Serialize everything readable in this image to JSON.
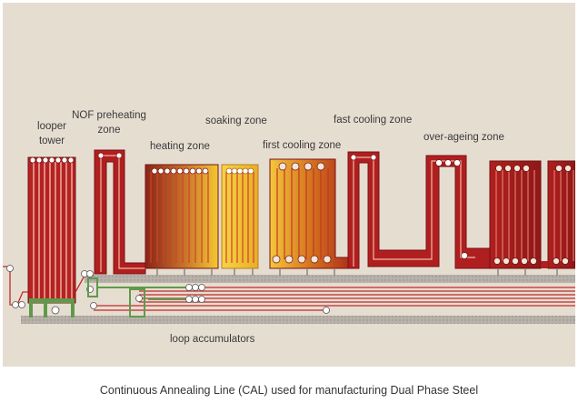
{
  "labels": {
    "looper_tower": [
      "looper",
      "tower"
    ],
    "nof_preheating": [
      "NOF preheating",
      "zone"
    ],
    "heating": "heating zone",
    "soaking": "soaking zone",
    "first_cooling": "first cooling zone",
    "fast_cooling": "fast cooling zone",
    "over_ageing": "over-ageing zone",
    "loop_accumulators": "loop accumulators"
  },
  "caption": "Continuous Annealing Line (CAL) used for manufacturing Dual Phase Steel",
  "colors": {
    "background": "#e6ddd1",
    "furnace_red": "#a81c1c",
    "furnace_hot": "#f2c832",
    "strip": "#c22a2a",
    "frame_green": "#5e9a4a",
    "floor": "#b4aea6"
  }
}
